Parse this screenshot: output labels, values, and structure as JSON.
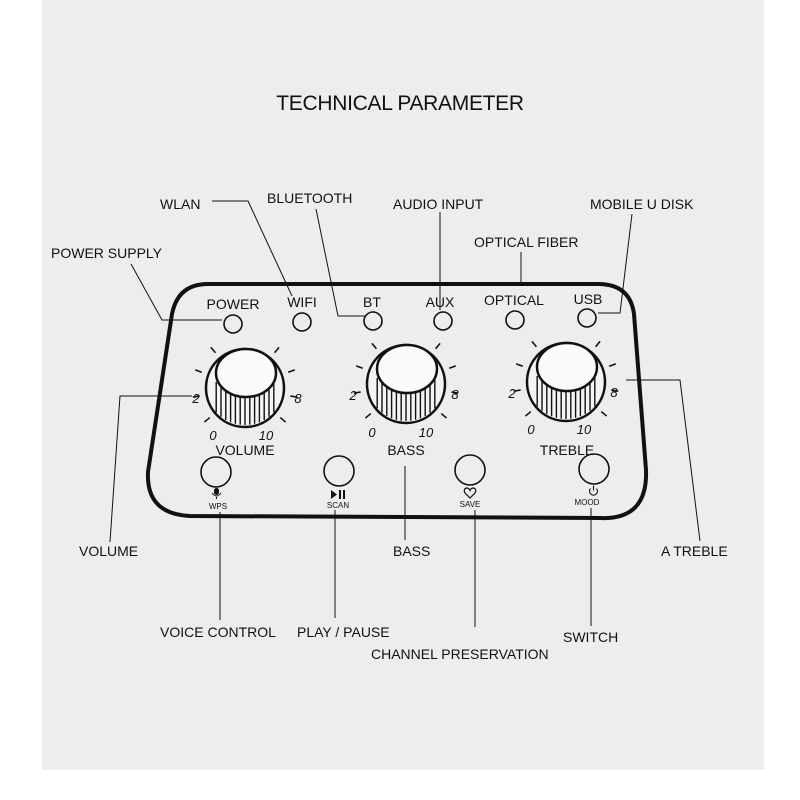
{
  "title": "TECHNICAL PARAMETER",
  "colors": {
    "page_bg": "#ffffff",
    "diagram_bg": "#ededed",
    "ink": "#111111"
  },
  "panel": {
    "indicators": [
      "POWER",
      "WIFI",
      "BT",
      "AUX",
      "OPTICAL",
      "USB"
    ],
    "knobs": [
      {
        "label": "VOLUME",
        "scale": [
          "2",
          "8",
          "0",
          "10"
        ]
      },
      {
        "label": "BASS",
        "scale": [
          "2",
          "8",
          "0",
          "10"
        ]
      },
      {
        "label": "TREBLE",
        "scale": [
          "2",
          "8",
          "0",
          "10"
        ]
      }
    ],
    "buttons": [
      {
        "icon": "microphone-icon",
        "label": "WPS"
      },
      {
        "icon": "play-pause-icon",
        "label": "SCAN"
      },
      {
        "icon": "heart-icon",
        "label": "SAVE"
      },
      {
        "icon": "power-icon",
        "label": "MOOD"
      }
    ]
  },
  "callouts": {
    "wlan": "WLAN",
    "bluetooth": "BLUETOOTH",
    "audio_input": "AUDIO INPUT",
    "mobile_u_disk": "MOBILE U DISK",
    "optical_fiber": "OPTICAL FIBER",
    "power_supply": "POWER SUPPLY",
    "volume": "VOLUME",
    "bass": "BASS",
    "a_treble": "A TREBLE",
    "voice_control": "VOICE CONTROL",
    "play_pause": "PLAY / PAUSE",
    "switch": "SWITCH",
    "channel_preservation": "CHANNEL PRESERVATION"
  }
}
